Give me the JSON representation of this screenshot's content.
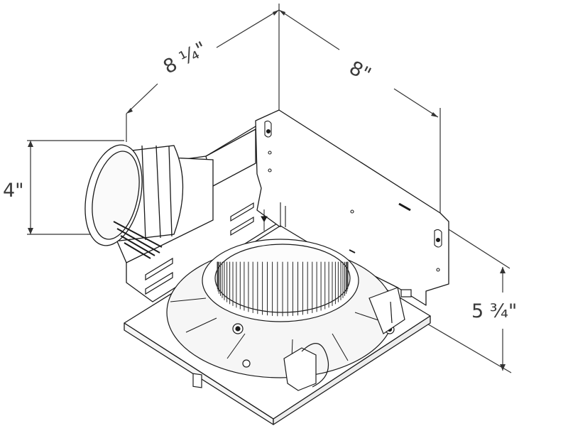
{
  "dimensions": {
    "width": "8 ¼\"",
    "depth": "8\"",
    "duct_diameter": "4\"",
    "height": "5 ¾\""
  },
  "colors": {
    "line": "#1a1a1a",
    "dimension_line": "#333333",
    "fill_housing": "#ffffff",
    "fill_grille": "#f2f2f2"
  }
}
